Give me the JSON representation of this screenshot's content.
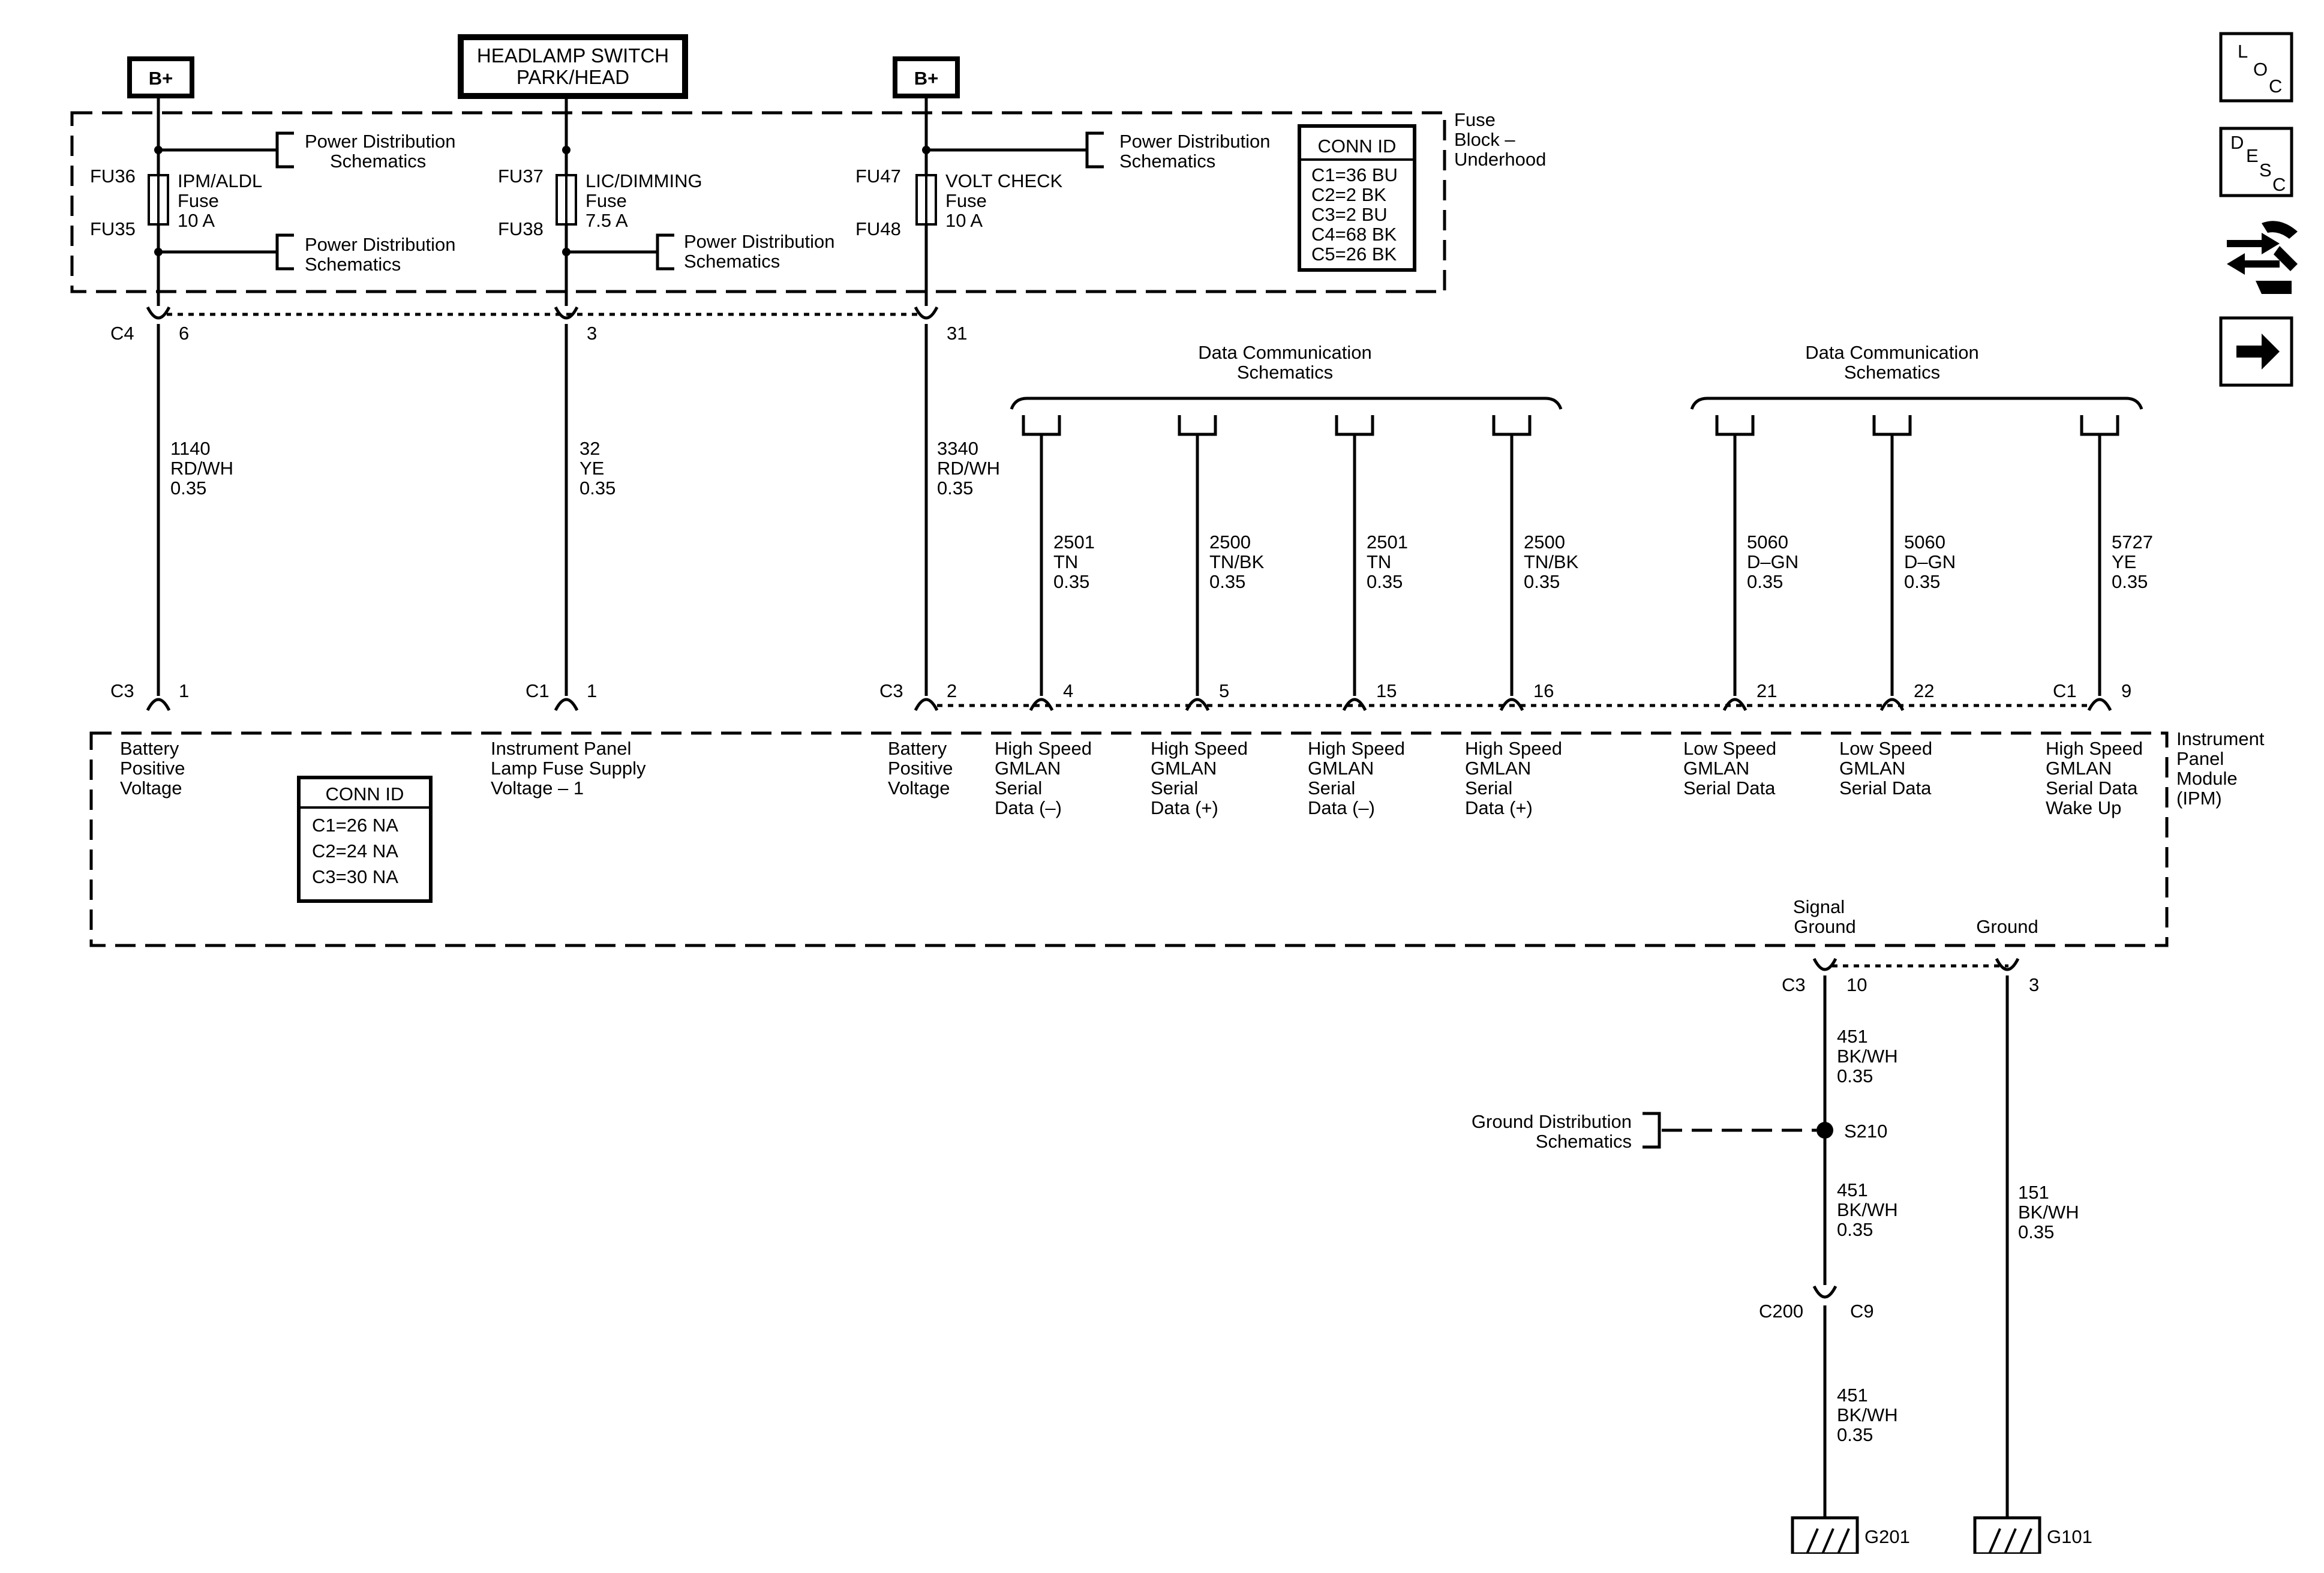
{
  "top": {
    "bplus_left": "B+",
    "bplus_right": "B+",
    "headlamp_line1": "HEADLAMP SWITCH",
    "headlamp_line2": "PARK/HEAD"
  },
  "fuse_block": {
    "label": [
      "Fuse",
      "Block –",
      "Underhood"
    ],
    "fuses": [
      {
        "top_id": "FU36",
        "bottom_id": "FU35",
        "name": "IPM/ALDL",
        "word": "Fuse",
        "rating": "10 A"
      },
      {
        "top_id": "FU37",
        "bottom_id": "FU38",
        "name": "LIC/DIMMING",
        "word": "Fuse",
        "rating": "7.5 A"
      },
      {
        "top_id": "FU47",
        "bottom_id": "FU48",
        "name": "VOLT CHECK",
        "word": "Fuse",
        "rating": "10 A"
      }
    ],
    "power_refs": [
      [
        "Power Distribution",
        "Schematics"
      ],
      [
        "Power Distribution",
        "Schematics"
      ],
      [
        "Power Distribution",
        "Schematics"
      ],
      [
        "Power Distribution",
        "Schematics"
      ]
    ],
    "conn_id": {
      "title": "CONN ID",
      "lines": [
        "C1=36 BU",
        "C2=2 BK",
        "C3=2 BU",
        "C4=68 BK",
        "C5=26 BK"
      ]
    },
    "connector": "C4",
    "pins": [
      "6",
      "3",
      "31"
    ]
  },
  "wires_top": [
    {
      "circuit": "1140",
      "color": "RD/WH",
      "size": "0.35"
    },
    {
      "circuit": "32",
      "color": "YE",
      "size": "0.35"
    },
    {
      "circuit": "3340",
      "color": "RD/WH",
      "size": "0.35"
    }
  ],
  "data_comm": [
    [
      "Data Communication",
      "Schematics"
    ],
    [
      "Data Communication",
      "Schematics"
    ]
  ],
  "wires_data": [
    {
      "circuit": "2501",
      "color": "TN",
      "size": "0.35"
    },
    {
      "circuit": "2500",
      "color": "TN/BK",
      "size": "0.35"
    },
    {
      "circuit": "2501",
      "color": "TN",
      "size": "0.35"
    },
    {
      "circuit": "2500",
      "color": "TN/BK",
      "size": "0.35"
    },
    {
      "circuit": "5060",
      "color": "D–GN",
      "size": "0.35"
    },
    {
      "circuit": "5060",
      "color": "D–GN",
      "size": "0.35"
    },
    {
      "circuit": "5727",
      "color": "YE",
      "size": "0.35"
    }
  ],
  "ipm": {
    "label": [
      "Instrument",
      "Panel",
      "Module",
      "(IPM)"
    ],
    "connectors": [
      "C3",
      "C1",
      "C3",
      "C1"
    ],
    "pins": [
      "1",
      "1",
      "2",
      "4",
      "5",
      "15",
      "16",
      "21",
      "22",
      "9"
    ],
    "functions": [
      [
        "Battery",
        "Positive",
        "Voltage"
      ],
      [
        "Instrument Panel",
        "Lamp Fuse Supply",
        "Voltage – 1"
      ],
      [
        "Battery",
        "Positive",
        "Voltage"
      ],
      [
        "High Speed",
        "GMLAN",
        "Serial",
        "Data (–)"
      ],
      [
        "High Speed",
        "GMLAN",
        "Serial",
        "Data (+)"
      ],
      [
        "High Speed",
        "GMLAN",
        "Serial",
        "Data (–)"
      ],
      [
        "High Speed",
        "GMLAN",
        "Serial",
        "Data (+)"
      ],
      [
        "Low Speed",
        "GMLAN",
        "Serial Data"
      ],
      [
        "Low Speed",
        "GMLAN",
        "Serial Data"
      ],
      [
        "High Speed",
        "GMLAN",
        "Serial Data",
        "Wake Up"
      ]
    ],
    "conn_id": {
      "title": "CONN ID",
      "lines": [
        "C1=26 NA",
        "C2=24 NA",
        "C3=30 NA"
      ]
    },
    "ground_labels": [
      [
        "Signal",
        "Ground"
      ],
      [
        "Ground"
      ]
    ],
    "ground_connector": "C3",
    "ground_pins": [
      "10",
      "3"
    ]
  },
  "ground": {
    "wire_a": {
      "circuit": "451",
      "color": "BK/WH",
      "size": "0.35"
    },
    "wire_b": {
      "circuit": "451",
      "color": "BK/WH",
      "size": "0.35"
    },
    "wire_c": {
      "circuit": "451",
      "color": "BK/WH",
      "size": "0.35"
    },
    "wire_d": {
      "circuit": "151",
      "color": "BK/WH",
      "size": "0.35"
    },
    "splice": "S210",
    "ref": [
      "Ground Distribution",
      "Schematics"
    ],
    "inline_conn": "C200",
    "inline_pin": "C9",
    "g201": "G201",
    "g101": "G101"
  },
  "side_icons": {
    "loc": [
      "L",
      "O",
      "C"
    ],
    "desc": [
      "D",
      "E",
      "S",
      "C"
    ],
    "icons": [
      "loc-icon",
      "desc-icon",
      "connector-view-icon",
      "next-arrow-icon"
    ]
  }
}
